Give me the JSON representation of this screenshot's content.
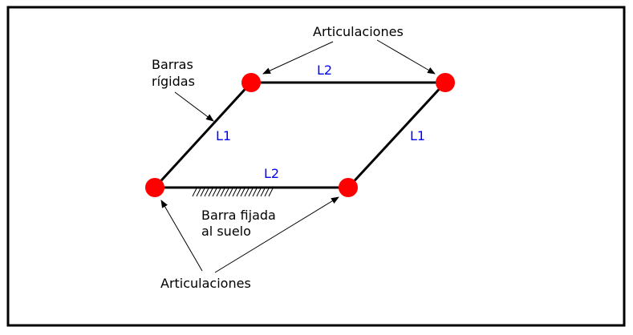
{
  "diagram": {
    "top_label": "Articulaciones",
    "bottom_label": "Articulaciones",
    "rigid_bars_label_line1": "Barras",
    "rigid_bars_label_line2": "rígidas",
    "fixed_bar_label_line1": "Barra fijada",
    "fixed_bar_label_line2": "al suelo",
    "bar_top": "L2",
    "bar_bottom": "L2",
    "bar_left": "L1",
    "bar_right": "L1",
    "colors": {
      "joint": "#ff0000",
      "bar_label": "#0000ff",
      "line": "#000000"
    }
  }
}
